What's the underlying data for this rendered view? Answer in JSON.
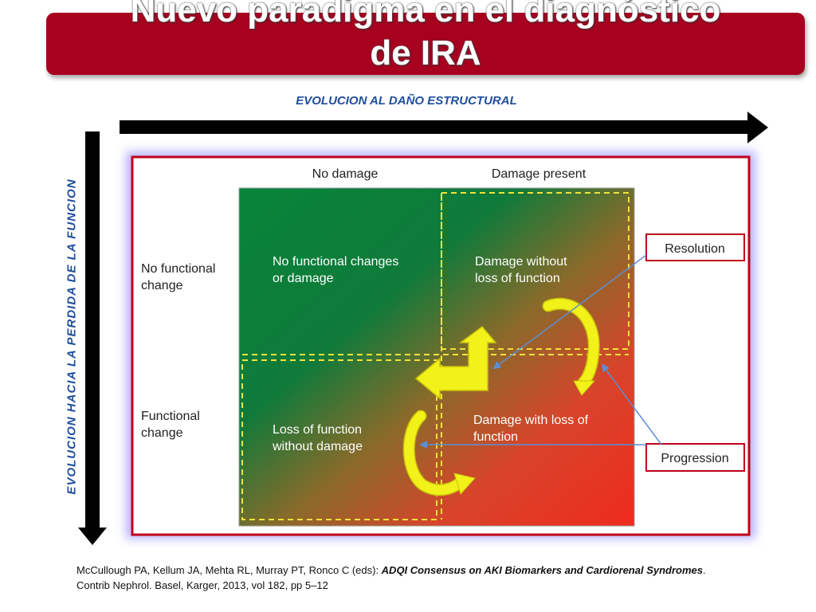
{
  "title": {
    "line1": "Nuevo paradigma en el diagnóstico",
    "line2": "de IRA"
  },
  "axes": {
    "horizontal_label": "EVOLUCION AL DAÑO ESTRUCTURAL",
    "vertical_label": "EVOLUCION  HACIA  LA  PERDIDA  DE  LA  FUNCION"
  },
  "diagram": {
    "columns": {
      "left": "No damage",
      "right": "Damage present"
    },
    "rows": {
      "top_line1": "No functional",
      "top_line2": "change",
      "bottom_line1": "Functional",
      "bottom_line2": "change"
    },
    "quadrants": {
      "top_left_line1": "No functional changes",
      "top_left_line2": "or damage",
      "top_right_line1": "Damage without",
      "top_right_line2": "loss of function",
      "bottom_left_line1": "Loss of function",
      "bottom_left_line2": "without damage",
      "bottom_right_line1": "Damage with loss of",
      "bottom_right_line2": "function"
    },
    "callouts": {
      "resolution": "Resolution",
      "progression": "Progression"
    }
  },
  "citation": {
    "part1": "McCullough PA, Kellum JA, Mehta RL, Murray PT, Ronco C (eds): ",
    "emphasis": "ADQI Consensus on AKI Biomarkers and Cardiorenal Syndromes",
    "part2": ".",
    "line2": "Contrib Nephrol. Basel, Karger, 2013, vol 182, pp 5–12"
  },
  "colors": {
    "title_bar": "#a8001f",
    "axis_label": "#1f4e9e",
    "frame_border": "#c0001a",
    "quadrant_green": "#0a8a3a",
    "quadrant_red": "#e8281e",
    "highlight_arrow": "#f2f21a",
    "pointer_line": "#5b8fd6"
  }
}
